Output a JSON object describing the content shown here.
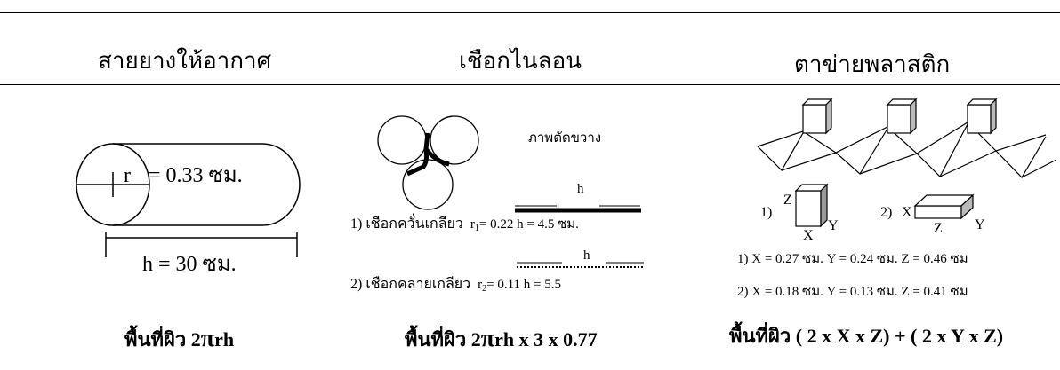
{
  "headers": [
    "สายยางให้อากาศ",
    "เชือกไนลอน",
    "ตาข่ายพลาสติก"
  ],
  "hose": {
    "r_label": "r",
    "r_value": "= 0.33 ซม.",
    "h_label": "h  = 30 ซม."
  },
  "rope": {
    "cross_section_label": "ภาพตัดขวาง",
    "h_label_1": "h",
    "line1_name": "1) เชือกควั่นเกลียว",
    "line1_r": "r",
    "line1_sub": "1",
    "line1_rest": "= 0.22 h = 4.5 ซม.",
    "h_label_2": "h",
    "line2_name": "2) เชือกคลายเกลียว",
    "line2_r": "r",
    "line2_sub": "2",
    "line2_rest": "= 0.11 h = 5.5"
  },
  "net": {
    "box1_num": "1)",
    "box1_z": "Z",
    "box1_x": "X",
    "box1_y": "Y",
    "box2_num": "2)",
    "box2_x": "X",
    "box2_z": "Z",
    "box2_y": "Y",
    "dim1": "1) X = 0.27 ซม. Y = 0.24 ซม. Z = 0.46 ซม",
    "dim2": "2) X = 0.18 ซม. Y = 0.13 ซม. Z = 0.41 ซม"
  },
  "footers": {
    "hose_prefix": "พื้นที่ผิว 2",
    "hose_pi": "π",
    "hose_suffix": "rh",
    "rope_prefix": "พื้นที่ผิว 2",
    "rope_pi": "π",
    "rope_suffix": "rh x 3 x 0.77",
    "net": "พื้นที่ผิว ( 2 x X x Z) + ( 2 x Y x Z)"
  }
}
